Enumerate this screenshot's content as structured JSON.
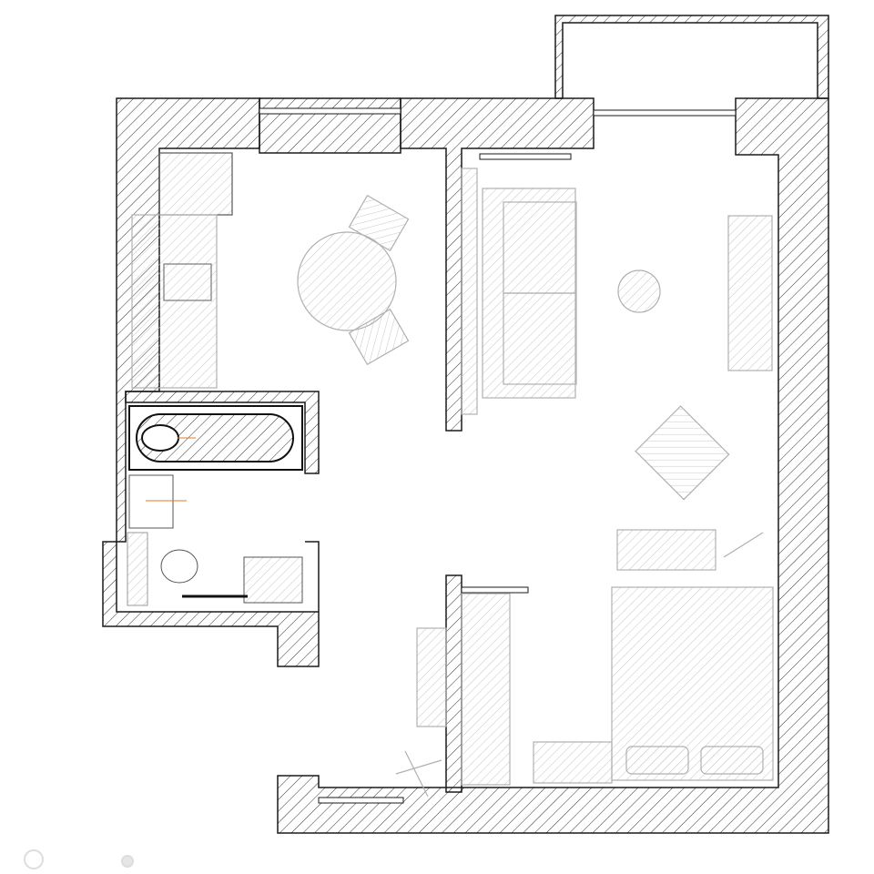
{
  "plan": {
    "type": "apartment-floor-plan",
    "rooms": [
      "kitchen-dining",
      "living-room",
      "bedroom",
      "bathroom",
      "hallway",
      "balcony"
    ]
  },
  "colors": {
    "wall_stroke": "#1a1a1a",
    "wall_hatch": "#333333",
    "furniture_stroke": "#b0b0b0",
    "furniture_hatch": "#c8c8c8",
    "accent": "#e07a2a"
  },
  "icons": [
    "watermark-logo-icon"
  ]
}
